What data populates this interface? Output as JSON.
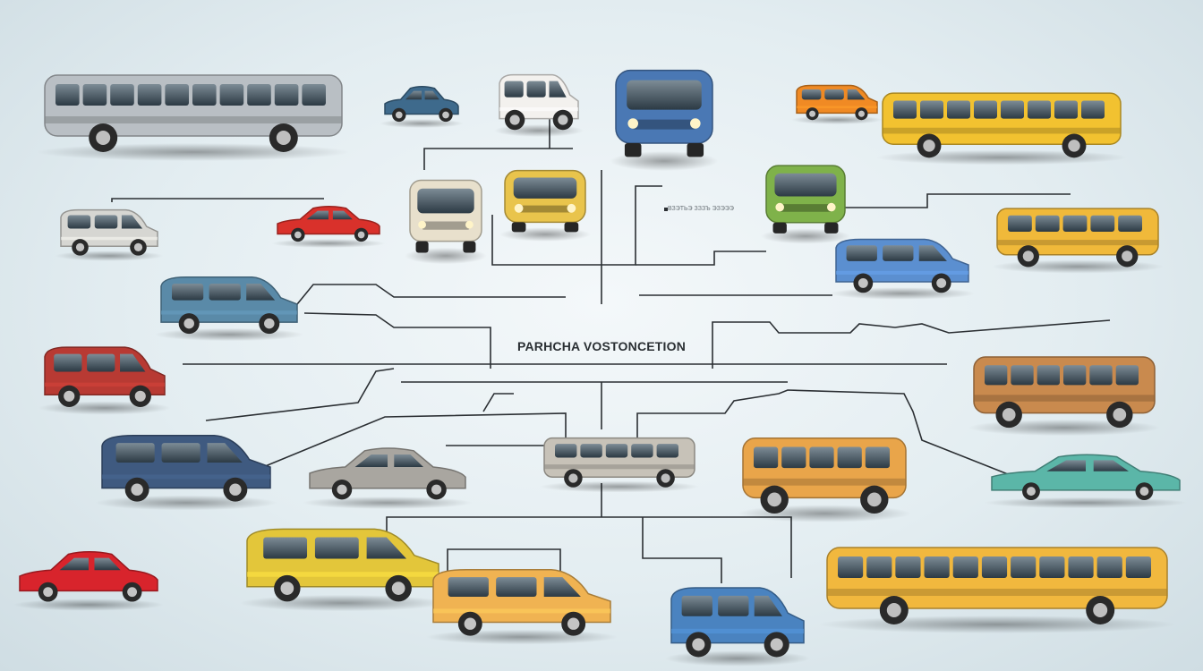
{
  "diagram": {
    "center_label": "PARHCHA VOSTONCETION",
    "tiny_label": "ВЗЭТЬЭ ЗЗЗЪ ЭЗЭЭЭ",
    "colors": {
      "background": "#e3edf1",
      "connector": "#2b2f33",
      "yellow": "#f2c230",
      "orange": "#f08a24",
      "red": "#d9312b",
      "blue": "#3e6fa8",
      "silver": "#b9bfc4"
    },
    "vehicles": [
      {
        "id": "silver-coach-bus",
        "kind": "bus",
        "body": "#b9bfc4"
      },
      {
        "id": "blue-compact-car",
        "kind": "sedan",
        "body": "#3e6a8c"
      },
      {
        "id": "white-red-minibus",
        "kind": "van",
        "body": "#f3f1ee"
      },
      {
        "id": "blue-front-bus",
        "kind": "bus-front",
        "body": "#4a78b4"
      },
      {
        "id": "orange-mini-van",
        "kind": "van",
        "body": "#f08a24"
      },
      {
        "id": "yellow-coach-bus",
        "kind": "bus",
        "body": "#f2c230"
      },
      {
        "id": "white-van",
        "kind": "van",
        "body": "#d6d6d2"
      },
      {
        "id": "red-hatchback",
        "kind": "sedan",
        "body": "#d9312b"
      },
      {
        "id": "beige-camper",
        "kind": "bus-front",
        "body": "#e8e0cc"
      },
      {
        "id": "yellow-front-car",
        "kind": "bus-front",
        "body": "#e9c44c"
      },
      {
        "id": "colorful-food-truck",
        "kind": "bus-front",
        "body": "#7fb24a"
      },
      {
        "id": "red-blue-truck",
        "kind": "van",
        "body": "#5b8fd0"
      },
      {
        "id": "yellow-flame-bus",
        "kind": "bus",
        "body": "#f0b93a"
      },
      {
        "id": "teal-suv",
        "kind": "van",
        "body": "#5a8aa8"
      },
      {
        "id": "red-suv",
        "kind": "van",
        "body": "#b83a33"
      },
      {
        "id": "rusty-bus",
        "kind": "bus",
        "body": "#c98a4e"
      },
      {
        "id": "navy-minivan",
        "kind": "van",
        "body": "#3f5a80"
      },
      {
        "id": "grey-sedan",
        "kind": "sedan",
        "body": "#a9a6a0"
      },
      {
        "id": "silver-limo-bus",
        "kind": "bus",
        "body": "#c7c2b8"
      },
      {
        "id": "orange-tram",
        "kind": "bus",
        "body": "#e9a54a"
      },
      {
        "id": "teal-green-car",
        "kind": "sedan",
        "body": "#5bb6a8"
      },
      {
        "id": "red-sports-car",
        "kind": "sedan",
        "body": "#d8242c"
      },
      {
        "id": "yellow-green-van",
        "kind": "van",
        "body": "#e3c63a"
      },
      {
        "id": "orange-minivan",
        "kind": "van",
        "body": "#f0b352"
      },
      {
        "id": "blue-truck",
        "kind": "van",
        "body": "#4a83c0"
      },
      {
        "id": "yellow-train-bus",
        "kind": "bus",
        "body": "#f1b83e"
      }
    ]
  }
}
